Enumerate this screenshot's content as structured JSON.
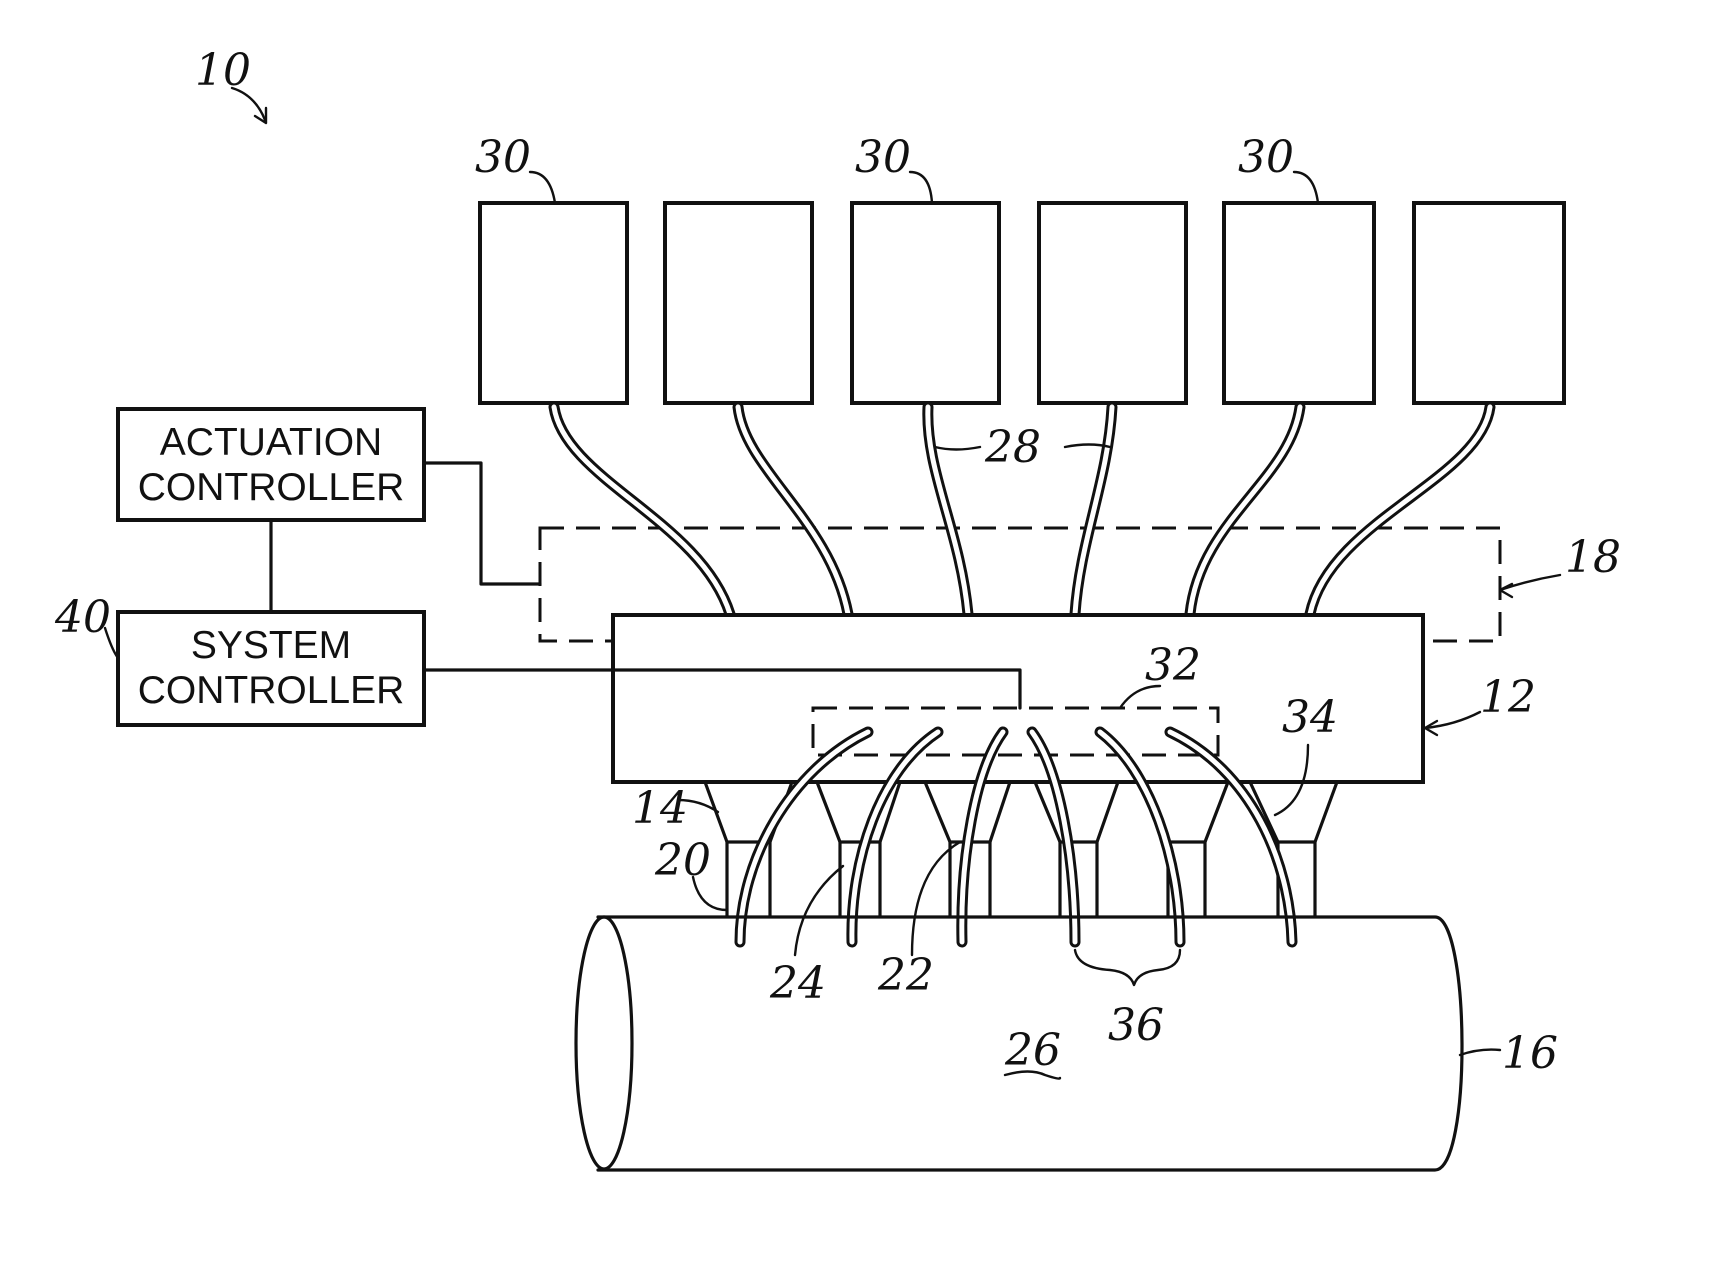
{
  "figure_number": "10",
  "blocks": {
    "actuation_controller": [
      "ACTUATION",
      "CONTROLLER"
    ],
    "system_controller": [
      "SYSTEM",
      "CONTROLLER"
    ]
  },
  "reference_numerals": {
    "r30a": "30",
    "r30b": "30",
    "r30c": "30",
    "r28": "28",
    "r18": "18",
    "r40": "40",
    "r32": "32",
    "r34": "34",
    "r12": "12",
    "r14": "14",
    "r20": "20",
    "r24": "24",
    "r22": "22",
    "r36": "36",
    "r26": "26",
    "r16": "16"
  }
}
